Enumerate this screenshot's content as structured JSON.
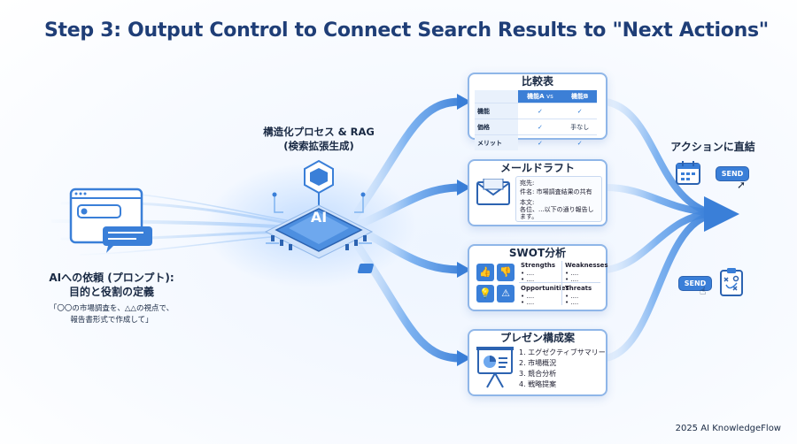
{
  "title": "Step 3: Output Control to Connect Search Results to \"Next Actions\"",
  "left": {
    "heading_line1": "AIへの依頼 (プロンプト):",
    "heading_line2": "目的と役割の定義",
    "example_line1": "「〇〇の市場調査を、△△の視点で、",
    "example_line2": "報告書形式で作成して」"
  },
  "center": {
    "heading_line1": "構造化プロセス & RAG",
    "heading_line2": "(検索拡張生成)",
    "chip_label": "AI"
  },
  "cards": {
    "comparison": {
      "title": "比較表",
      "col_a": "機能A",
      "vs": "vs",
      "col_b": "機能B",
      "rows": [
        {
          "label": "機能",
          "a": "✓",
          "b": "✓"
        },
        {
          "label": "価格",
          "a": "✓",
          "b": "手なし"
        },
        {
          "label": "メリット",
          "a": "✓",
          "b": "✓"
        }
      ]
    },
    "email": {
      "title": "メールドラフト",
      "line1": "宛先:",
      "line2": "件名: 市場調査結果の共有",
      "line3": "本文:",
      "line4": "各位、...以下の通り報告し",
      "line5": "ます。"
    },
    "swot": {
      "title": "SWOT分析",
      "q1": "Strengths",
      "q2": "Weaknesses",
      "q3": "Opportunities",
      "q4": "Threats",
      "bullet": "• ...."
    },
    "presentation": {
      "title": "プレゼン構成案",
      "items": [
        "1. エグゼクティブサマリー",
        "2. 市場概況",
        "3. 競合分析",
        "4. 戦略提案"
      ]
    }
  },
  "right": {
    "heading": "アクションに直結",
    "send1": "SEND",
    "send2": "SEND"
  },
  "footer": "2025 AI KnowledgeFlow",
  "colors": {
    "accent": "#3a7fd8",
    "title": "#1f3e77",
    "flow": "#6aa7ee"
  }
}
